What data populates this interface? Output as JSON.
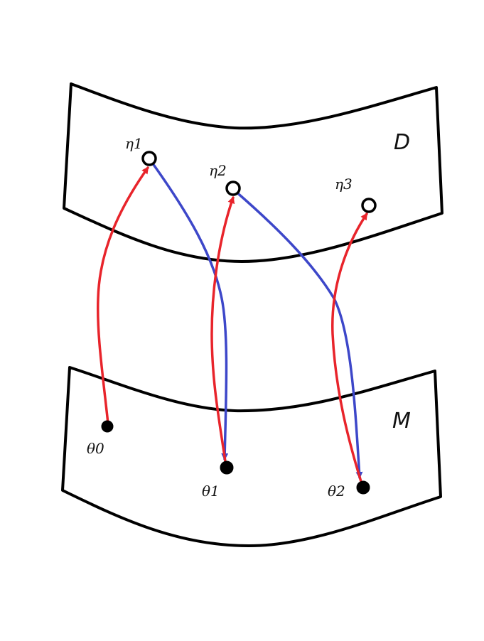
{
  "sheets": {
    "top_label": "D",
    "bottom_label": "M"
  },
  "points": {
    "eta": [
      "η1",
      "η2",
      "η3"
    ],
    "theta": [
      "θ0",
      "θ1",
      "θ2"
    ]
  },
  "colors": {
    "outline": "#000000",
    "forward_arrow": "#e8242b",
    "backward_arrow": "#3d47c9"
  }
}
